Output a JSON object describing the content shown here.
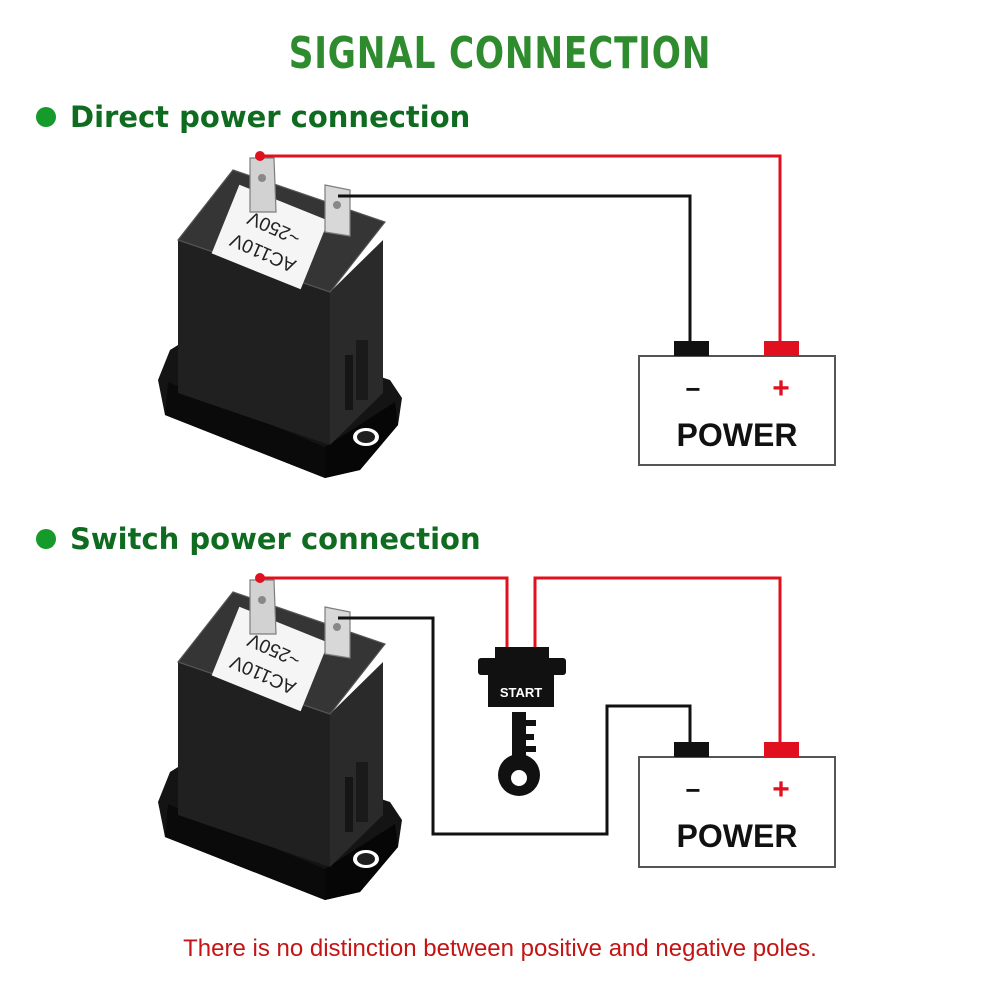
{
  "title": "SIGNAL CONNECTION",
  "sections": [
    {
      "label": "Direct power connection"
    },
    {
      "label": "Switch power connection"
    }
  ],
  "device": {
    "label_line1": "AC110V",
    "label_line2": "~250V"
  },
  "battery": {
    "minus": "−",
    "plus": "+",
    "label": "POWER"
  },
  "switch": {
    "label": "START"
  },
  "footnote": "There is no distinction between positive and negative poles.",
  "colors": {
    "title_green": "#2e8b2e",
    "section_green": "#0f6b1f",
    "wire_red": "#e0101e",
    "wire_black": "#111111",
    "footnote_red": "#c41414"
  }
}
